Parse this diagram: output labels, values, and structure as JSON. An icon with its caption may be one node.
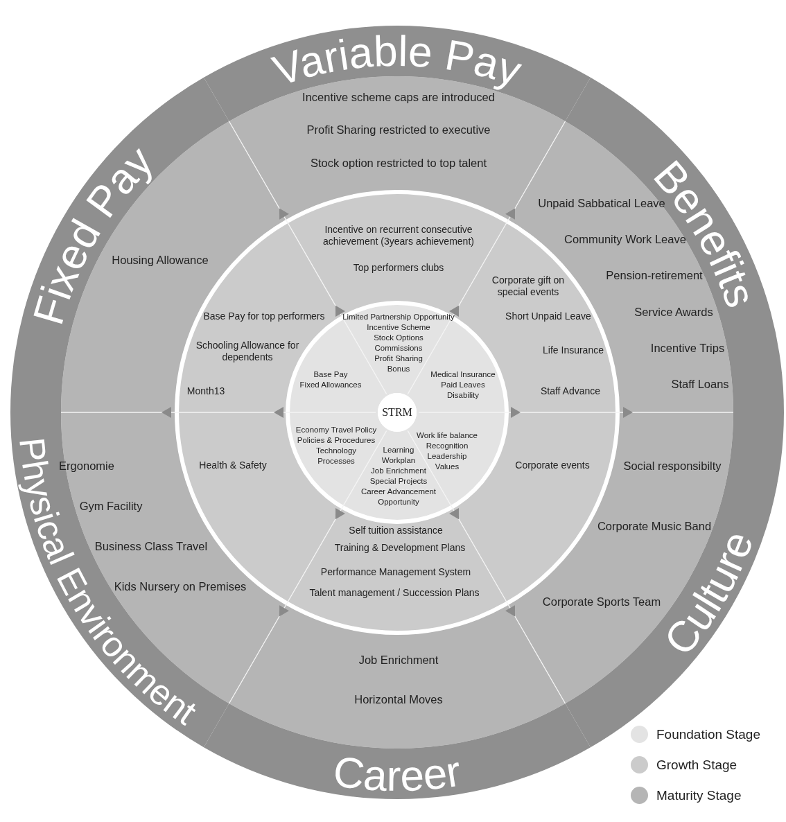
{
  "diagram": {
    "nodes": [
      {
        "text": [
          "STRM"
        ]
      },
      {
        "text": [
          "Limited Partnership Opportunity",
          "Incentive Scheme",
          "Stock Options",
          "Commissions",
          "Profit Sharing",
          "Bonus"
        ]
      },
      {
        "text": [
          "Medical Insurance",
          "Paid Leaves",
          "Disability"
        ]
      },
      {
        "text": [
          "Work life balance",
          "Recognition",
          "Leadership",
          "Values"
        ]
      },
      {
        "text": [
          "Learning",
          "Workplan",
          "Job Enrichment",
          "Special Projects",
          "Career Advancement Opportunity"
        ]
      },
      {
        "text": [
          "Economy Travel Policy",
          "Policies & Procedures",
          "Technology",
          "Processes"
        ]
      },
      {
        "text": [
          "Base Pay",
          "Fixed Allowances"
        ]
      },
      {
        "text": [
          "Incentive on recurrent consecutive achievement (3years achievement)",
          "Top performers clubs"
        ]
      },
      {
        "text": [
          "Corporate gift on special events",
          "Short Unpaid Leave",
          "Life Insurance",
          "Staff Advance"
        ]
      },
      {
        "text": [
          "Corporate events"
        ]
      },
      {
        "text": [
          "Self tuition assistance",
          "Training & Development Plans",
          "Performance Management System",
          "Talent management / Succession Plans"
        ]
      },
      {
        "text": [
          "Health & Safety"
        ]
      },
      {
        "text": [
          "Base Pay for top performers",
          "Schooling Allowance for dependents",
          "Month13"
        ]
      },
      {
        "text": [
          "Variable Pay",
          "Incentive scheme caps are introduced",
          "Profit Sharing restricted to executive",
          "Stock option restricted to top talent"
        ]
      },
      {
        "text": [
          "Benefits",
          "Unpaid Sabbatical Leave",
          "Community Work Leave",
          "Pension-retirement",
          "Service Awards",
          "Incentive Trips",
          "Staff Loans"
        ]
      },
      {
        "text": [
          "Social responsibilty",
          "Corporate Music Band",
          "Corporate Sports Team",
          "Culture"
        ]
      },
      {
        "text": [
          "Job Enrichment",
          "Horizontal Moves",
          "Career"
        ]
      },
      {
        "text": [
          "Ergonomie",
          "Gym Facility",
          "Business Class Travel",
          "Kids Nursery on Premises",
          "Physical Environment"
        ]
      },
      {
        "text": [
          "Fixed Pay",
          "Housing Allowance"
        ]
      }
    ],
    "legend": [
      {
        "text": "Foundation Stage",
        "color": "#e3e3e3"
      },
      {
        "text": "Growth Stage",
        "color": "#cbcbcb"
      },
      {
        "text": "Maturity Stage",
        "color": "#b5b5b5"
      }
    ]
  }
}
